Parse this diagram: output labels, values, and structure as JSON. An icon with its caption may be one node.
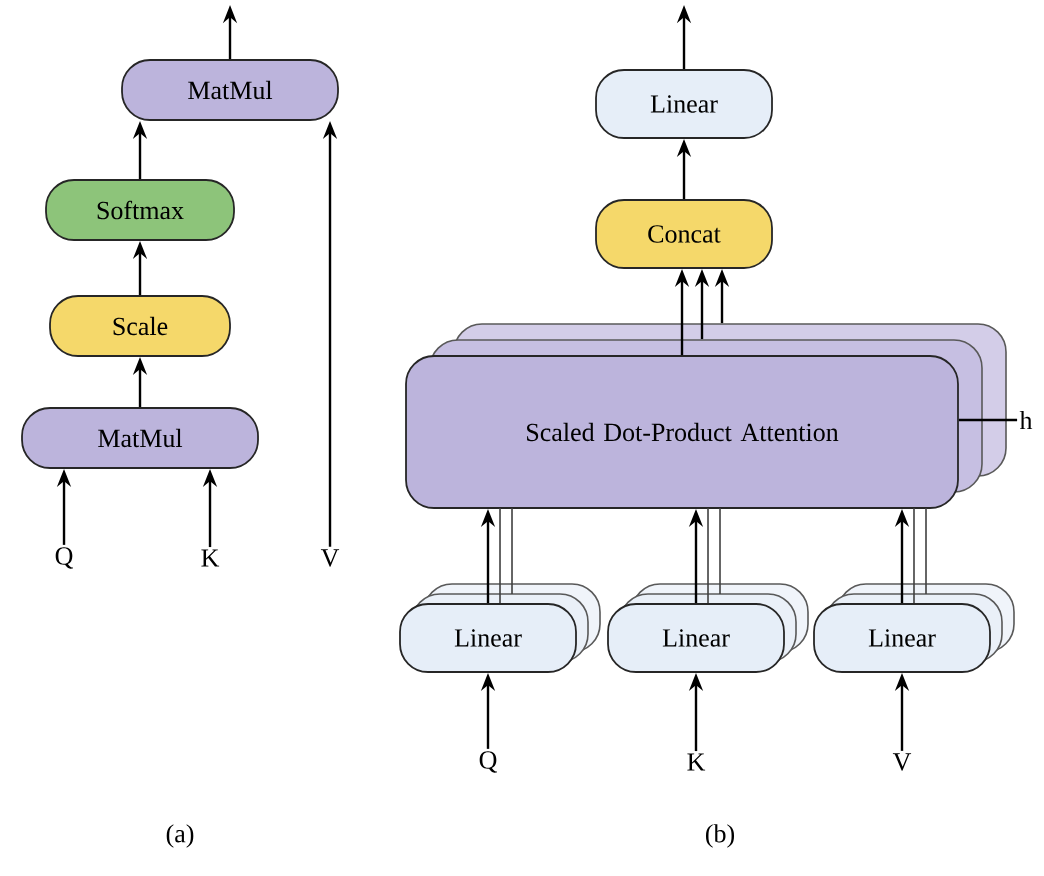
{
  "diagram": {
    "nodes": [
      {
        "text": [
          "MatMul"
        ]
      },
      {
        "text": [
          "Softmax"
        ]
      },
      {
        "text": [
          "Scale"
        ]
      },
      {
        "text": [
          "MatMul"
        ]
      },
      {
        "text": [
          "Q"
        ]
      },
      {
        "text": [
          "K"
        ]
      },
      {
        "text": [
          "V"
        ]
      },
      {
        "text": [
          "Linear"
        ]
      },
      {
        "text": [
          "Concat"
        ]
      },
      {
        "text": [
          "Scaled Dot-Product Attention"
        ]
      },
      {
        "text": [
          "Linear"
        ]
      },
      {
        "text": [
          "Linear"
        ]
      },
      {
        "text": [
          "Linear"
        ]
      },
      {
        "text": [
          "Q"
        ]
      },
      {
        "text": [
          "K"
        ]
      },
      {
        "text": [
          "V"
        ]
      },
      {
        "text": [
          "h"
        ]
      }
    ],
    "edges": [
      {
        "from": 0,
        "to": null,
        "arrow": "to"
      },
      {
        "from": 1,
        "to": 0,
        "arrow": "to"
      },
      {
        "from": 2,
        "to": 1,
        "arrow": "to"
      },
      {
        "from": 3,
        "to": 2,
        "arrow": "to"
      },
      {
        "from": 4,
        "to": 3,
        "arrow": "to"
      },
      {
        "from": 5,
        "to": 3,
        "arrow": "to"
      },
      {
        "from": 6,
        "to": 0,
        "arrow": "to"
      },
      {
        "from": 7,
        "to": null,
        "arrow": "to"
      },
      {
        "from": 8,
        "to": 7,
        "arrow": "to"
      },
      {
        "from": 9,
        "to": 8,
        "arrow": "to"
      },
      {
        "from": 9,
        "to": 8,
        "arrow": "to"
      },
      {
        "from": 9,
        "to": 8,
        "arrow": "to"
      },
      {
        "from": 10,
        "to": 9,
        "arrow": "to"
      },
      {
        "from": 11,
        "to": 9,
        "arrow": "to"
      },
      {
        "from": 12,
        "to": 9,
        "arrow": "to"
      },
      {
        "from": 13,
        "to": 10,
        "arrow": "to"
      },
      {
        "from": 14,
        "to": 11,
        "arrow": "to"
      },
      {
        "from": 15,
        "to": 12,
        "arrow": "to"
      },
      {
        "from": 16,
        "to": 9,
        "arrow": "none"
      }
    ],
    "labels": [
      "(a)",
      "(b)"
    ]
  }
}
